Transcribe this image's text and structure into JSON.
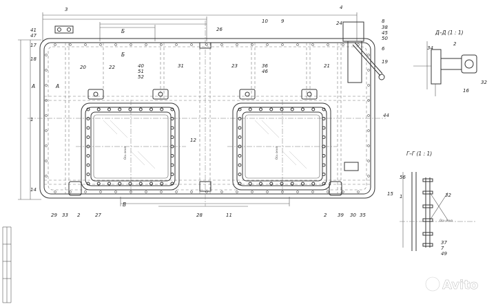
{
  "views": {
    "dd": {
      "title": "Д–Д (1 : 1)"
    },
    "gg": {
      "title": "Г–Г (1 : 1)"
    }
  },
  "section_marks": {
    "A": "А",
    "B": "Б",
    "V": "В"
  },
  "callouts": {
    "top": [
      "3",
      "26",
      "10",
      "9",
      "4",
      "24",
      "8",
      "38",
      "45",
      "50",
      "6",
      "19"
    ],
    "left": [
      "41",
      "47",
      "17",
      "18",
      "1",
      "14"
    ],
    "mid": [
      "20",
      "22",
      "40",
      "51",
      "52",
      "31",
      "23",
      "36",
      "46",
      "21",
      "12"
    ],
    "bottom": [
      "29",
      "33",
      "2",
      "27",
      "28",
      "11",
      "2",
      "39",
      "30",
      "35",
      "15",
      "44"
    ],
    "dd": [
      "34",
      "2",
      "32",
      "16"
    ],
    "gg": [
      "56",
      "1",
      "32",
      "37",
      "7",
      "49"
    ]
  },
  "notes": {
    "window_axis": "Ось окна"
  },
  "watermark": {
    "text": "Avito"
  },
  "icons": {
    "watermark": "avito-logo-icon"
  }
}
